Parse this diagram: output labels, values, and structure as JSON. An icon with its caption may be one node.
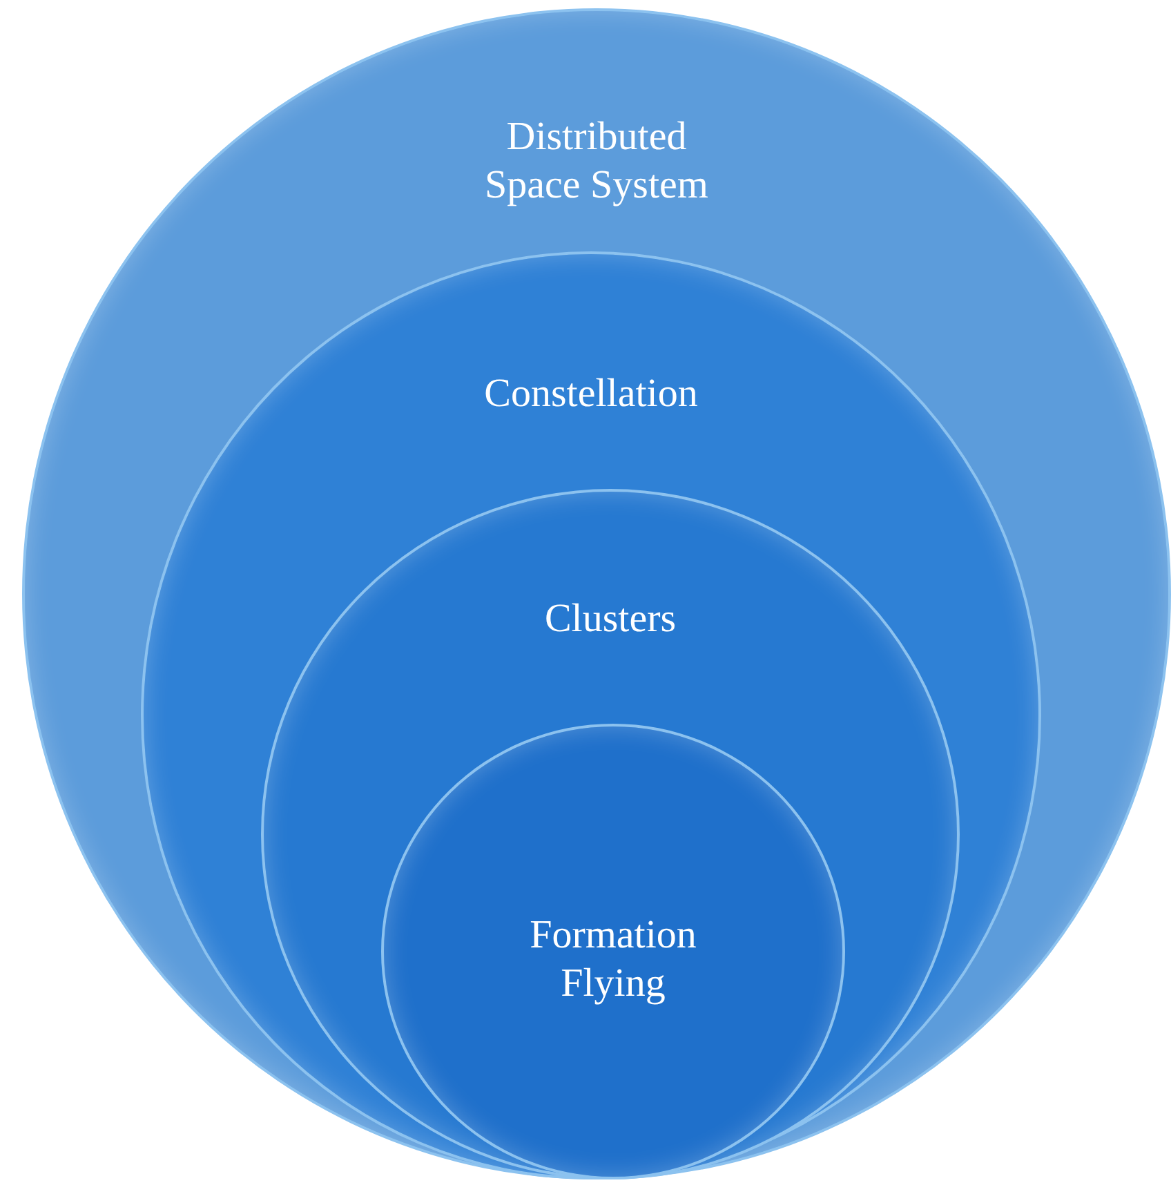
{
  "diagram": {
    "nodes": [
      {
        "text": [
          "Distributed Space System"
        ]
      },
      {
        "text": [
          "Constellation"
        ],
        "in": 0
      },
      {
        "text": [
          "Clusters"
        ],
        "in": 1
      },
      {
        "text": [
          "Formation Flying"
        ],
        "in": 2
      }
    ]
  }
}
